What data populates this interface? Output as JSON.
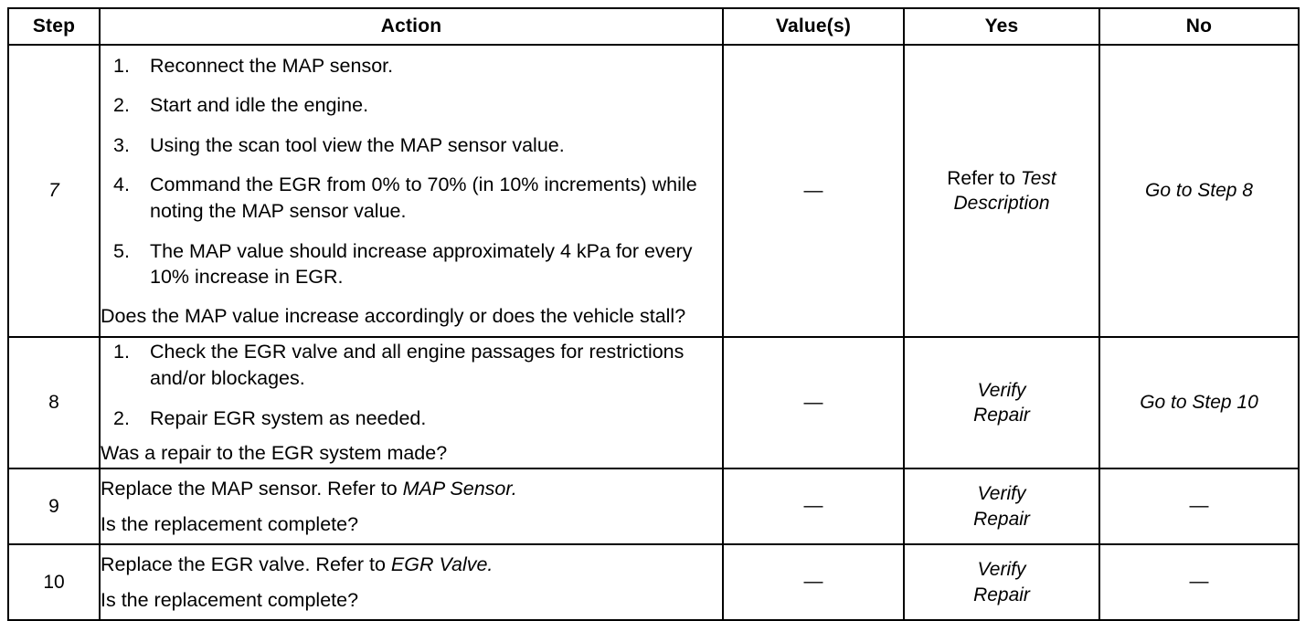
{
  "table": {
    "columns": [
      {
        "key": "step",
        "label": "Step"
      },
      {
        "key": "action",
        "label": "Action"
      },
      {
        "key": "value",
        "label": "Value(s)"
      },
      {
        "key": "yes",
        "label": "Yes"
      },
      {
        "key": "no",
        "label": "No"
      }
    ],
    "rows": [
      {
        "step": "7",
        "action_items": [
          {
            "num": "1.",
            "text": "Reconnect the MAP sensor."
          },
          {
            "num": "2.",
            "text": "Start and idle the engine."
          },
          {
            "num": "3.",
            "text": "Using the scan tool view the MAP sensor value."
          },
          {
            "num": "4.",
            "text": "Command the EGR from 0% to 70% (in 10% increments) while noting the MAP sensor value."
          },
          {
            "num": "5.",
            "text": "The MAP value should increase approximately 4 kPa for every 10% increase in EGR."
          }
        ],
        "question": "Does the MAP value increase accordingly or does the vehicle stall?",
        "value": "—",
        "yes_plain": "Refer to ",
        "yes_italic": "Test Description",
        "no_italic": "Go to Step 8"
      },
      {
        "step": "8",
        "action_items": [
          {
            "num": "1.",
            "text": "Check the EGR valve and all engine passages for restrictions and/or blockages."
          },
          {
            "num": "2.",
            "text": "Repair EGR system as needed."
          }
        ],
        "question": "Was a repair to the EGR system made?",
        "value": "—",
        "yes_italic_line1": "Verify",
        "yes_italic_line2": "Repair",
        "no_italic": "Go to Step 10"
      },
      {
        "step": "9",
        "lead_plain": "Replace the MAP sensor. Refer to ",
        "lead_italic": "MAP Sensor.",
        "question": "Is the replacement complete?",
        "value": "—",
        "yes_italic_line1": "Verify",
        "yes_italic_line2": "Repair",
        "no_dash": "—"
      },
      {
        "step": "10",
        "lead_plain": "Replace the EGR valve. Refer to ",
        "lead_italic": "EGR Valve.",
        "question": "Is the replacement complete?",
        "value": "—",
        "yes_italic_line1": "Verify",
        "yes_italic_line2": "Repair",
        "no_dash": "—"
      }
    ]
  },
  "colors": {
    "border": "#000000",
    "text": "#000000",
    "background": "#ffffff"
  }
}
